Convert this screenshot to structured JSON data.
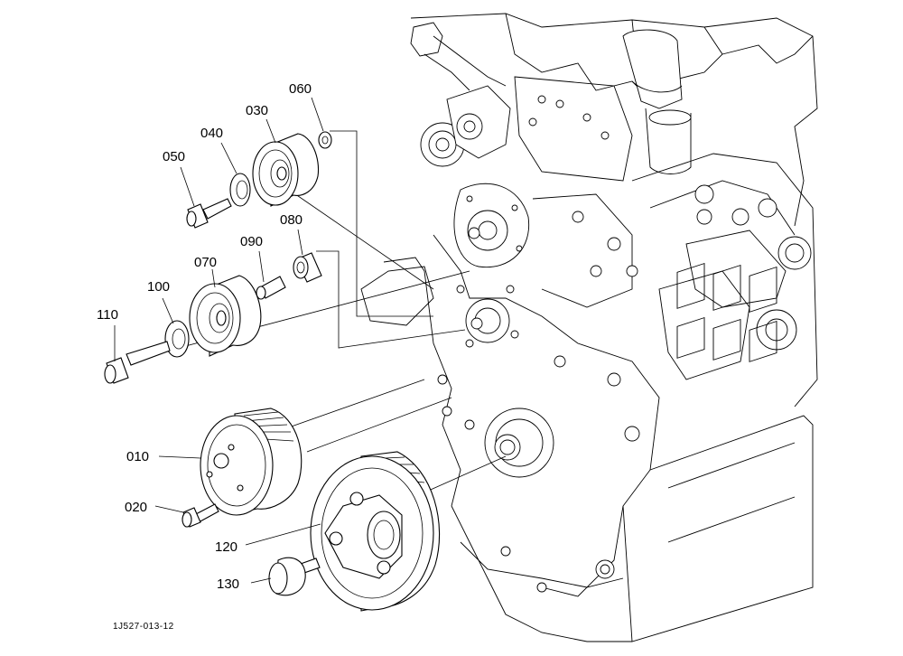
{
  "diagram": {
    "reference_code": "1J527-013-12",
    "parts": [
      {
        "id": "p010",
        "label": "010"
      },
      {
        "id": "p020",
        "label": "020"
      },
      {
        "id": "p030",
        "label": "030"
      },
      {
        "id": "p040",
        "label": "040"
      },
      {
        "id": "p050",
        "label": "050"
      },
      {
        "id": "p060",
        "label": "060"
      },
      {
        "id": "p070",
        "label": "070"
      },
      {
        "id": "p080",
        "label": "080"
      },
      {
        "id": "p090",
        "label": "090"
      },
      {
        "id": "p100",
        "label": "100"
      },
      {
        "id": "p110",
        "label": "110"
      },
      {
        "id": "p120",
        "label": "120"
      },
      {
        "id": "p130",
        "label": "130"
      }
    ]
  }
}
